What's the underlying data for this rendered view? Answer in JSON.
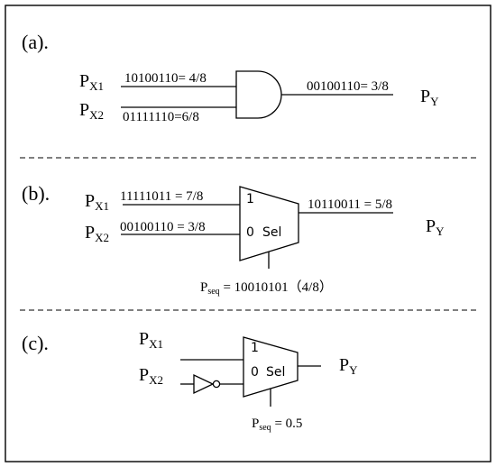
{
  "frame": {
    "labels": {
      "a": "(a).",
      "b": "(b).",
      "c": "(c)."
    }
  },
  "panel_a": {
    "px1": {
      "main": "P",
      "sub": "X1"
    },
    "px2": {
      "main": "P",
      "sub": "X2"
    },
    "py": {
      "main": "P",
      "sub": "Y"
    },
    "in1_bits": "10100110= 4/8",
    "in2_bits": "01111110=6/8",
    "out_bits": "00100110= 3/8"
  },
  "panel_b": {
    "px1": {
      "main": "P",
      "sub": "X1"
    },
    "px2": {
      "main": "P",
      "sub": "X2"
    },
    "py": {
      "main": "P",
      "sub": "Y"
    },
    "in1_bits": "11111011 = 7/8",
    "in2_bits": "00100110 = 3/8",
    "out_bits": "10110011 = 5/8",
    "mux_one": "1",
    "mux_zero": "0",
    "mux_sel": "Sel",
    "pseq": {
      "main": "P",
      "sub": "seq",
      "value": " = 10010101（4/8）"
    }
  },
  "panel_c": {
    "px1": {
      "main": "P",
      "sub": "X1"
    },
    "px2": {
      "main": "P",
      "sub": "X2"
    },
    "py": {
      "main": "P",
      "sub": "Y"
    },
    "mux_one": "1",
    "mux_zero": "0",
    "mux_sel": "Sel",
    "pseq": {
      "main": "P",
      "sub": "seq",
      "value": " = 0.5"
    }
  }
}
